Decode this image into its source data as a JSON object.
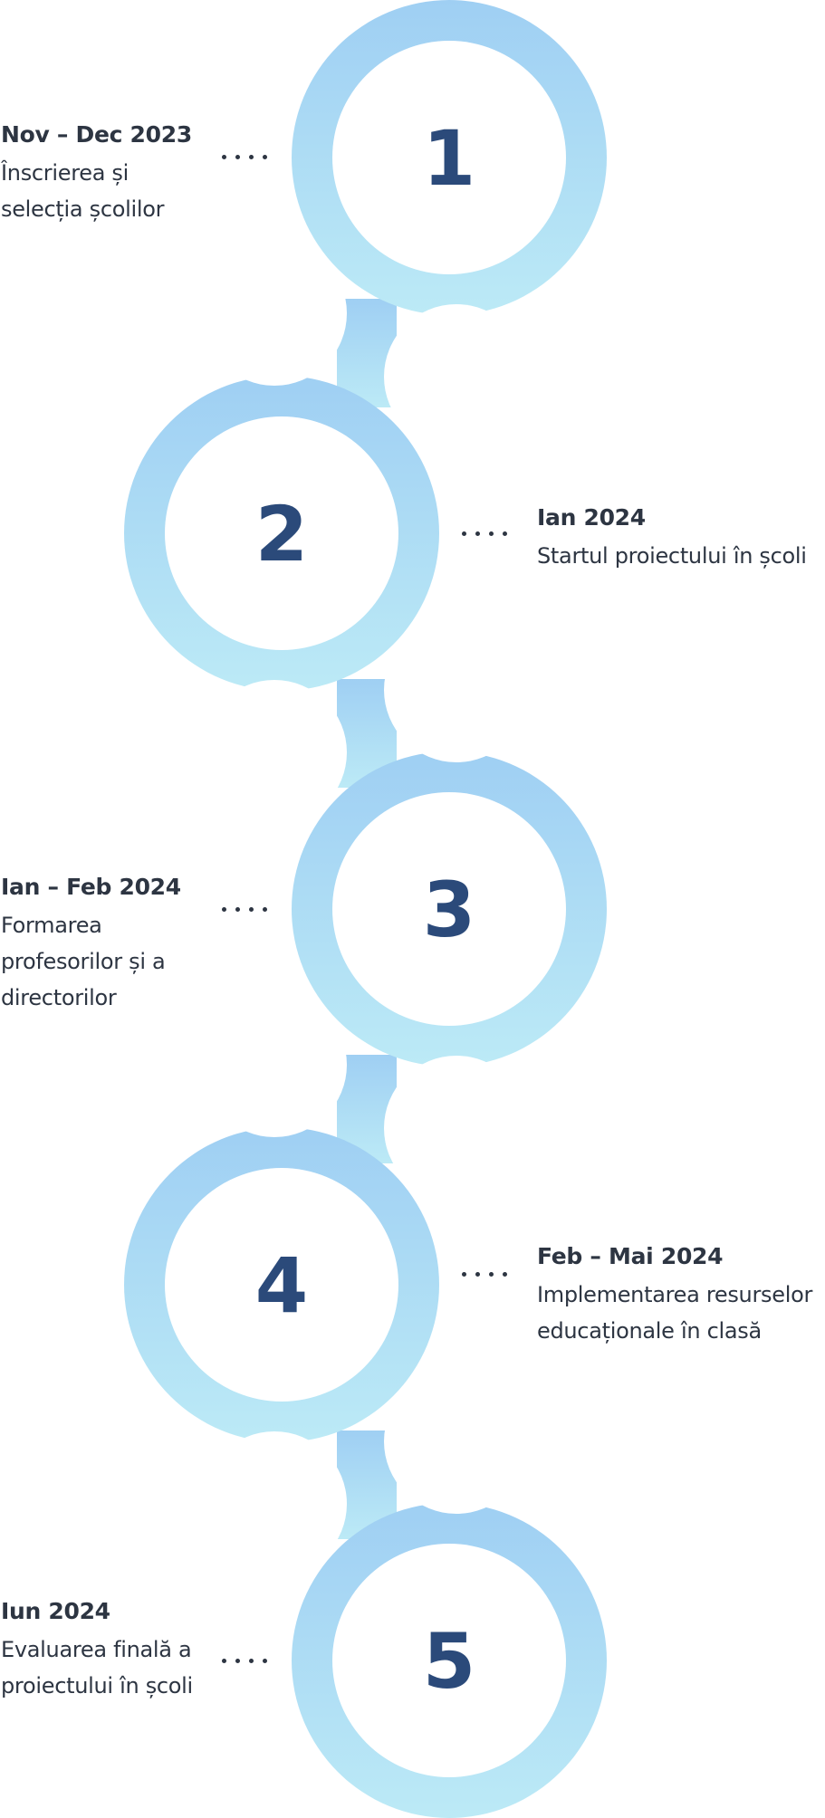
{
  "colors": {
    "track_top": "#9fcff3",
    "track_bottom": "#bceaf6",
    "number": "#2b4a7a",
    "text": "#2d3542",
    "circle_fill": "#ffffff"
  },
  "steps": [
    {
      "number": "1",
      "date": "Nov – Dec 2023",
      "lines": [
        "Înscrierea și",
        "selecția școlilor"
      ]
    },
    {
      "number": "2",
      "date": "Ian 2024",
      "lines": [
        "Startul proiectului în școli"
      ]
    },
    {
      "number": "3",
      "date": "Ian – Feb 2024",
      "lines": [
        "Formarea",
        "profesorilor și a",
        "directorilor"
      ]
    },
    {
      "number": "4",
      "date": "Feb – Mai 2024",
      "lines": [
        "Implementarea resurselor",
        "educaționale în clasă"
      ]
    },
    {
      "number": "5",
      "date": "Iun 2024",
      "lines": [
        "Evaluarea finală a",
        "proiectului în școli"
      ]
    }
  ]
}
